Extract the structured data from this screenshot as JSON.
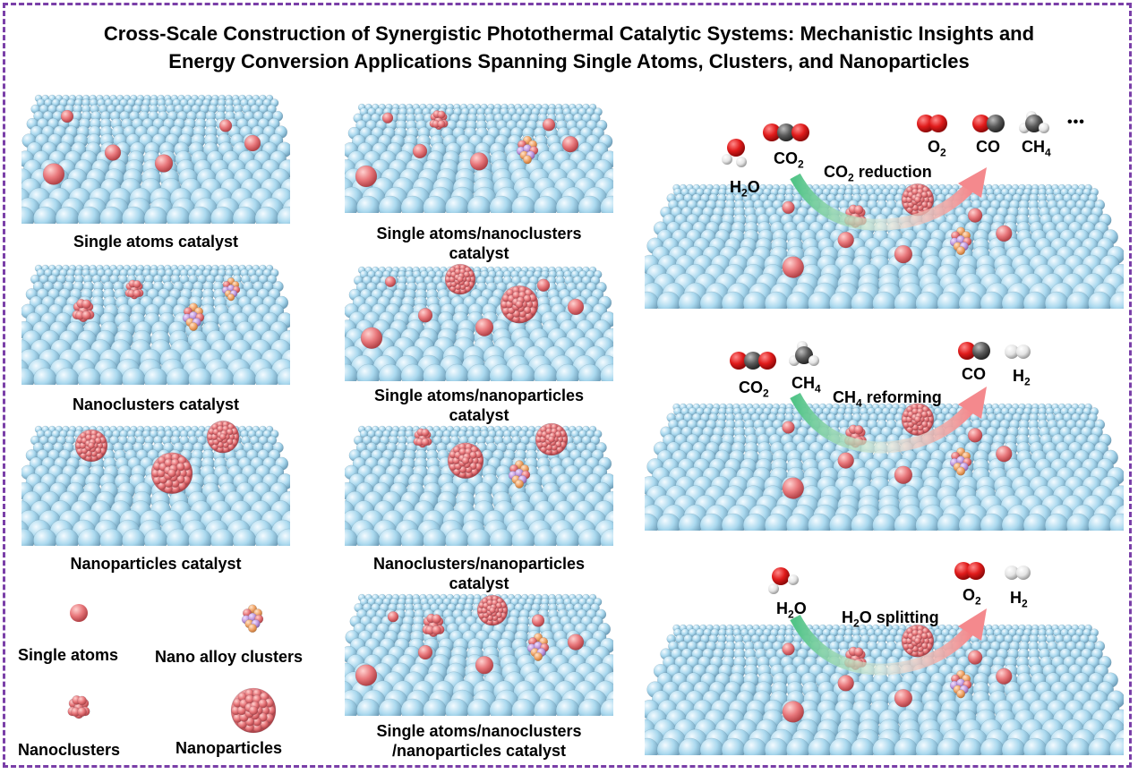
{
  "title": {
    "line1": "Cross-Scale Construction of Synergistic Photothermal Catalytic Systems: Mechanistic Insights and",
    "line2": "Energy Conversion Applications Spanning Single Atoms, Clusters, and Nanoparticles"
  },
  "left_column": {
    "captions": [
      "Single atoms catalyst",
      "Nanoclusters catalyst",
      "Nanoparticles catalyst"
    ]
  },
  "middle_column": {
    "captions": [
      [
        "Single atoms/nanoclusters",
        "catalyst"
      ],
      [
        "Single atoms/nanoparticles",
        "catalyst"
      ],
      [
        "Nanoclusters/nanoparticles",
        "catalyst"
      ],
      [
        "Single atoms/nanoclusters",
        "/nanoparticles catalyst"
      ]
    ]
  },
  "legend": {
    "single_atoms": "Single atoms",
    "nano_alloy_clusters": "Nano alloy clusters",
    "nanoclusters": "Nanoclusters",
    "nanoparticles": "Nanoparticles"
  },
  "reactions": [
    {
      "name": "CO₂ reduction",
      "reactants": [
        "H₂O",
        "CO₂"
      ],
      "products": [
        "O₂",
        "CO",
        "CH₄"
      ],
      "more": "•••"
    },
    {
      "name": "CH₄ reforming",
      "reactants": [
        "CO₂",
        "CH₄"
      ],
      "products": [
        "CO",
        "H₂"
      ]
    },
    {
      "name": "H₂O splitting",
      "reactants": [
        "H₂O"
      ],
      "products": [
        "O₂",
        "H₂"
      ]
    }
  ],
  "colors": {
    "border": "#7a3fa8",
    "support_atom": "#a9d8ee",
    "single_atom": "#e8777b",
    "alloy_purple": "#c39be0",
    "alloy_orange": "#f2a66b",
    "arrow_green": "#52c488",
    "arrow_pink": "#f4898d",
    "oxygen": "#e01b1b",
    "carbon": "#4a4a4a",
    "hydrogen": "#e8e8e8"
  }
}
